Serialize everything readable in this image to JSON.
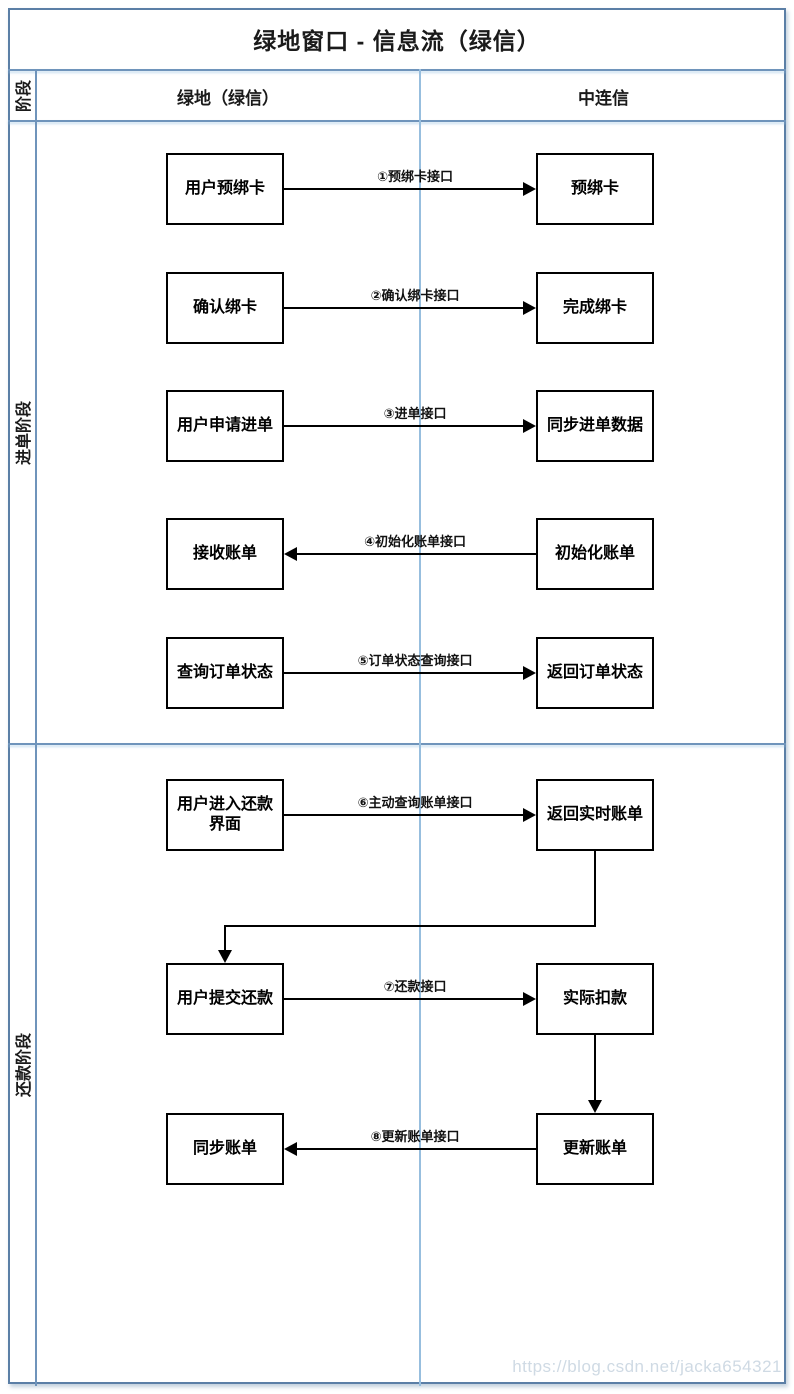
{
  "title": "绿地窗口 - 信息流（绿信）",
  "phase_header": "阶段",
  "columns": [
    {
      "label": "绿地（绿信）"
    },
    {
      "label": "中连信"
    }
  ],
  "lanes": [
    {
      "label": "进单阶段"
    },
    {
      "label": "还款阶段"
    }
  ],
  "rows": [
    {
      "left": "用户预绑卡",
      "right": "预绑卡",
      "label": "①预绑卡接口",
      "direction": "right"
    },
    {
      "left": "确认绑卡",
      "right": "完成绑卡",
      "label": "②确认绑卡接口",
      "direction": "right"
    },
    {
      "left": "用户申请进单",
      "right": "同步进单数据",
      "label": "③进单接口",
      "direction": "right"
    },
    {
      "left": "接收账单",
      "right": "初始化账单",
      "label": "④初始化账单接口",
      "direction": "left"
    },
    {
      "left": "查询订单状态",
      "right": "返回订单状态",
      "label": "⑤订单状态查询接口",
      "direction": "right"
    },
    {
      "left": "用户进入还款界面",
      "right": "返回实时账单",
      "label": "⑥主动查询账单接口",
      "direction": "right"
    },
    {
      "left": "用户提交还款",
      "right": "实际扣款",
      "label": "⑦还款接口",
      "direction": "right"
    },
    {
      "left": "同步账单",
      "right": "更新账单",
      "label": "⑧更新账单接口",
      "direction": "left"
    }
  ],
  "extra_connectors": [
    {
      "from": "返回实时账单",
      "to": "用户提交还款",
      "type": "elbow-down-left-down"
    },
    {
      "from": "实际扣款",
      "to": "更新账单",
      "type": "straight-down"
    }
  ],
  "watermark": "https://blog.csdn.net/jacka654321",
  "colors": {
    "grid_line": "#6f94bb",
    "lane_divider": "#97bede",
    "frame_border": "#5b7fa6",
    "node_border": "#000000",
    "node_fill": "#ffffff",
    "watermark": "#cfdae4"
  }
}
